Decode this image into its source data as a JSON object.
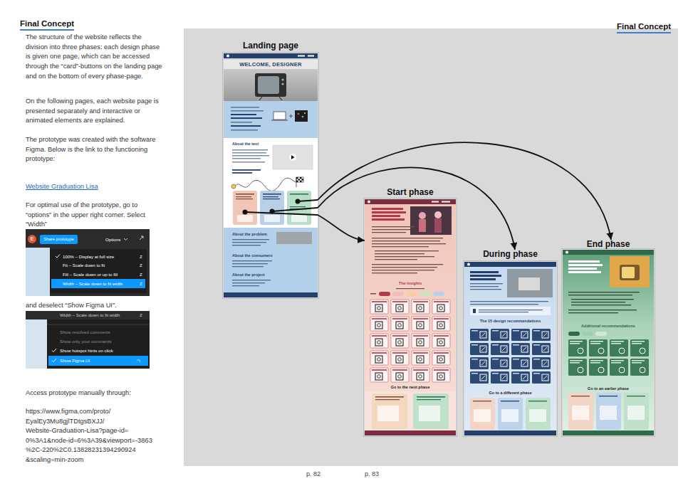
{
  "diagram": {
    "nodes": [
      {
        "text": [
          "Landing page"
        ]
      },
      {
        "text": [
          "Start phase"
        ]
      },
      {
        "text": [
          "During phase"
        ]
      },
      {
        "text": [
          "End phase"
        ]
      }
    ],
    "edges": [
      {
        "from": 0,
        "to": 1,
        "arrow": "to"
      },
      {
        "from": 0,
        "to": 2,
        "arrow": "to"
      },
      {
        "from": 0,
        "to": 3,
        "arrow": "to"
      }
    ],
    "labels": [
      "Final Concept",
      "Final Concept",
      "The structure of the website reflects the division into three phases: each design phase is given one page, which can be accessed through the “card”-buttons on the landing page and on the bottom of every phase-page.",
      "On the following pages, each website page is presented separately and interactive or animated elements are explained.",
      "The prototype was created with the software Figma. Below is the link to the functioning prototype:",
      "Website Graduation Lisa",
      "For optimal use of the prototype, go to “options” in the upper right corner. Select “Width”",
      "E",
      "Share prototype",
      "Options",
      "100% – Display at full size",
      "Z",
      "Fit – Scale down to fit",
      "Z",
      "Fill – Scale down or up to fill",
      "Z",
      "Width – Scale down to fit width",
      "Z",
      "and deselect “Show Figma UI”.",
      "Width – Scale down to fit width",
      "Z",
      "Show resolved comments",
      "Show only your comments",
      "Show hotspot hints on click",
      "Show Figma UI",
      "^\\",
      "Access prototype manually through:",
      "https://www.figma.com/proto/",
      "EyalEy3Mu8gjlTDtgsBXJJ/",
      "Website-Graduation-Lisa?page-id=",
      "0%3A1&node-id=6%3A39&viewport=-3863",
      "%2C-220%2C0.13828231394290924",
      "&scaling=min-zoom",
      "p. 82",
      "p. 83",
      "WELCOME, DESIGNER",
      "About the test",
      "About the problem",
      "About the consumers",
      "About the project",
      "The insights",
      "Go to the next phase",
      "The 15 design recommendations",
      "Go to a different phase",
      "Additional recommendations",
      "Go to an earlier phase"
    ]
  }
}
